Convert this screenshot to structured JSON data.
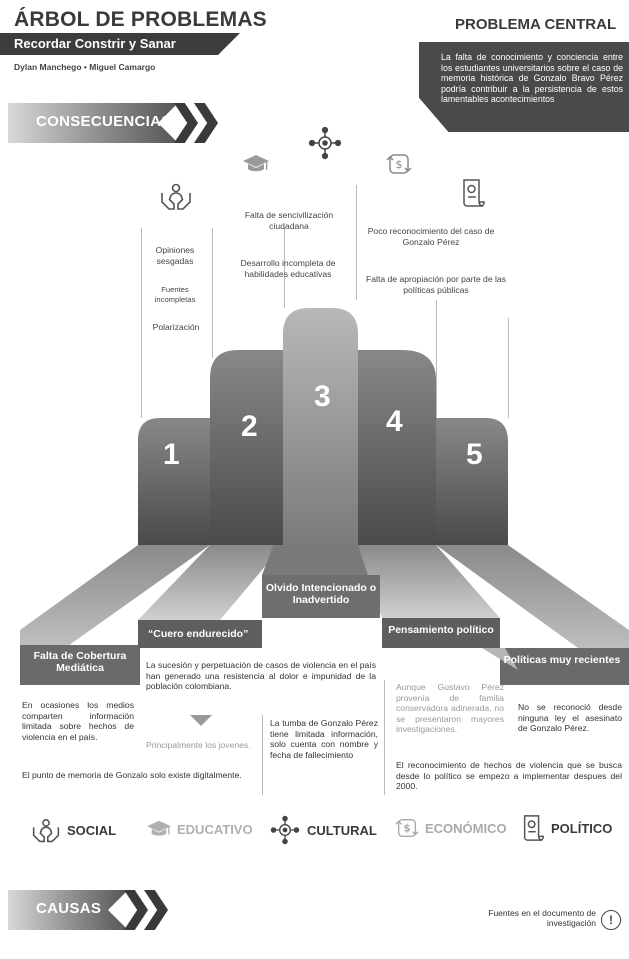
{
  "header": {
    "title": "ÁRBOL DE PROBLEMAS",
    "subtitle": "Recordar Constrir y Sanar",
    "authors": "Dylan Manchego • Miguel Camargo"
  },
  "central_problem": {
    "title": "PROBLEMA CENTRAL",
    "text": "La falta de conocimiento y conciencia entre los estudiantes universitarios sobre el caso de memoria histórica de Gonzalo Bravo Pérez podría contribuir a la persistencia de estos lamentables acontecimientos"
  },
  "consecuencias": {
    "label": "CONSECUENCIAS",
    "social": [
      "Opiniones sesgadas",
      "Fuentes incompletas",
      "Polarización"
    ],
    "educativo": [
      "Falta de sencivilización ciudadana",
      "Desarrollo incompleta de habilidades educativas"
    ],
    "politico": [
      "Poco reconocimiento del caso de Gonzalo Pérez",
      "Falta de apropiación por parte de las políticas públicas"
    ]
  },
  "steps": [
    "1",
    "2",
    "3",
    "4",
    "5"
  ],
  "causes": {
    "c1": {
      "title": "Falta de Cobertura Mediática",
      "text1": "En ocasiones los medios comparten información limitada sobre hechos de violencia en el país.",
      "text2": "El punto de memoria de Gonzalo solo existe digitalmente."
    },
    "c2": {
      "title": "“Cuero endurecido”",
      "text1": "La sucesión y perpetuación de casos de violencia en el país han generado una resistencia al dolor e impunidad de la población colombiana.",
      "text2": "Principalmente los jovenes."
    },
    "c3": {
      "title": "Olvido Intencionado o Inadvertido",
      "text1": "La tumba de Gonzalo Pérez tiene limitada información, solo cuenta con nombre y fecha de fallecimiento"
    },
    "c4": {
      "title": "Pensamiento político",
      "text1": "Aunque Gustavo Pérez provenía de familia conservadora adinerada, no se presentaron mayores investigaciones.",
      "text2": "El reconocimiento de hechos de violencia que se busca desde lo político se empezo a implementar despues del 2000."
    },
    "c5": {
      "title": "Políticas muy recientes",
      "text1": "No se reconoció desde ninguna ley el asesinato de Gonzalo Pérez."
    }
  },
  "legend": {
    "social": "SOCIAL",
    "educativo": "EDUCATIVO",
    "cultural": "CULTURAL",
    "economico": "ECONÓMICO",
    "politico": "POLÍTICO"
  },
  "causas": {
    "label": "CAUSAS"
  },
  "footer": {
    "note": "Fuentes en el documento de investigación",
    "icon": "!"
  },
  "colors": {
    "dark": "#3a3a3a",
    "mid": "#6b6b6b",
    "light": "#b5b5b5"
  }
}
